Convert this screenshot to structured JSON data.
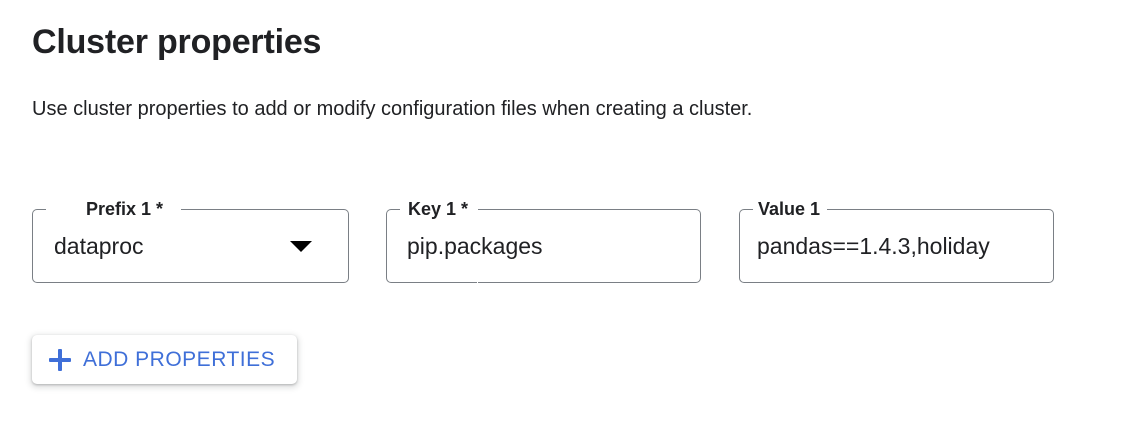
{
  "section": {
    "title": "Cluster properties",
    "description": "Use cluster properties to add or modify configuration files when creating a cluster."
  },
  "fields": [
    {
      "name": "prefix",
      "label": "Prefix 1 *",
      "value": "dataproc",
      "control": "select",
      "required": true,
      "icon": "chevron-down-icon"
    },
    {
      "name": "key",
      "label": "Key 1 *",
      "value": "pip.packages",
      "control": "text",
      "required": true
    },
    {
      "name": "value",
      "label": "Value 1",
      "value": "pandas==1.4.3,holiday",
      "control": "text",
      "required": false
    }
  ],
  "add_button": {
    "label": "ADD PROPERTIES",
    "icon": "plus-icon",
    "color": "#3f6fd8"
  },
  "colors": {
    "background": "#ffffff",
    "text": "#202124",
    "outline": "#7a7f85",
    "accent": "#3f6fd8"
  }
}
